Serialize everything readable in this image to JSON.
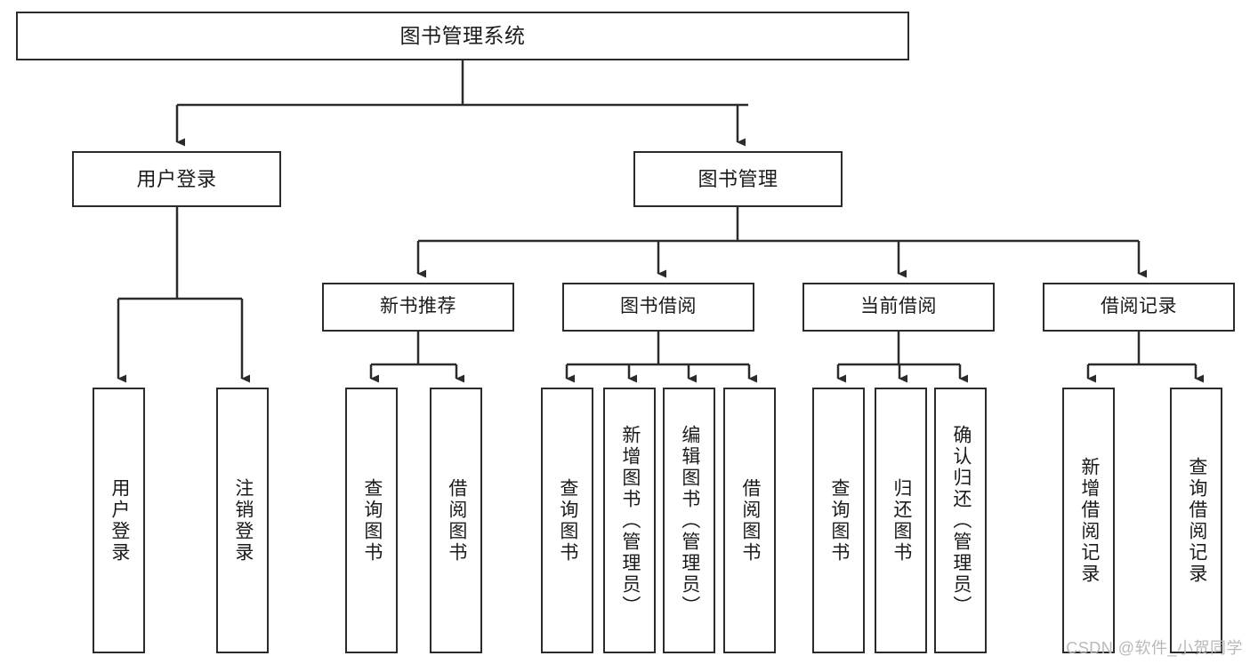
{
  "diagram": {
    "title": "图书管理系统",
    "watermark": "CSDN @软件_小贺同学",
    "colors": {
      "stroke": "#2b2b2b",
      "fill": "#ffffff",
      "text": "#1b1b1b",
      "watermark": "#b9b9b9"
    },
    "root": {
      "label": "图书管理系统"
    },
    "level2": [
      {
        "id": "user-login",
        "label": "用户登录"
      },
      {
        "id": "book-management",
        "label": "图书管理"
      }
    ],
    "level3": [
      {
        "id": "new-book-recommend",
        "label": "新书推荐"
      },
      {
        "id": "book-borrow",
        "label": "图书借阅"
      },
      {
        "id": "current-borrow",
        "label": "当前借阅"
      },
      {
        "id": "borrow-record",
        "label": "借阅记录"
      }
    ],
    "leaves": {
      "user_login": [
        {
          "id": "leaf-user-login",
          "label": "用户登录"
        },
        {
          "id": "leaf-logout-login",
          "label": "注销登录"
        }
      ],
      "new_book_recommend": [
        {
          "id": "leaf-query-book-1",
          "label": "查询图书"
        },
        {
          "id": "leaf-borrow-book-1",
          "label": "借阅图书"
        }
      ],
      "book_borrow": [
        {
          "id": "leaf-query-book-2",
          "label": "查询图书"
        },
        {
          "id": "leaf-add-book",
          "label": "新增图书（管理员）"
        },
        {
          "id": "leaf-edit-book",
          "label": "编辑图书（管理员）"
        },
        {
          "id": "leaf-borrow-book-2",
          "label": "借阅图书"
        }
      ],
      "current_borrow": [
        {
          "id": "leaf-query-book-3",
          "label": "查询图书"
        },
        {
          "id": "leaf-return-book",
          "label": "归还图书"
        },
        {
          "id": "leaf-confirm-return",
          "label": "确认归还（管理员）"
        }
      ],
      "borrow_record": [
        {
          "id": "leaf-add-record",
          "label": "新增借阅记录"
        },
        {
          "id": "leaf-query-record",
          "label": "查询借阅记录"
        }
      ]
    }
  }
}
